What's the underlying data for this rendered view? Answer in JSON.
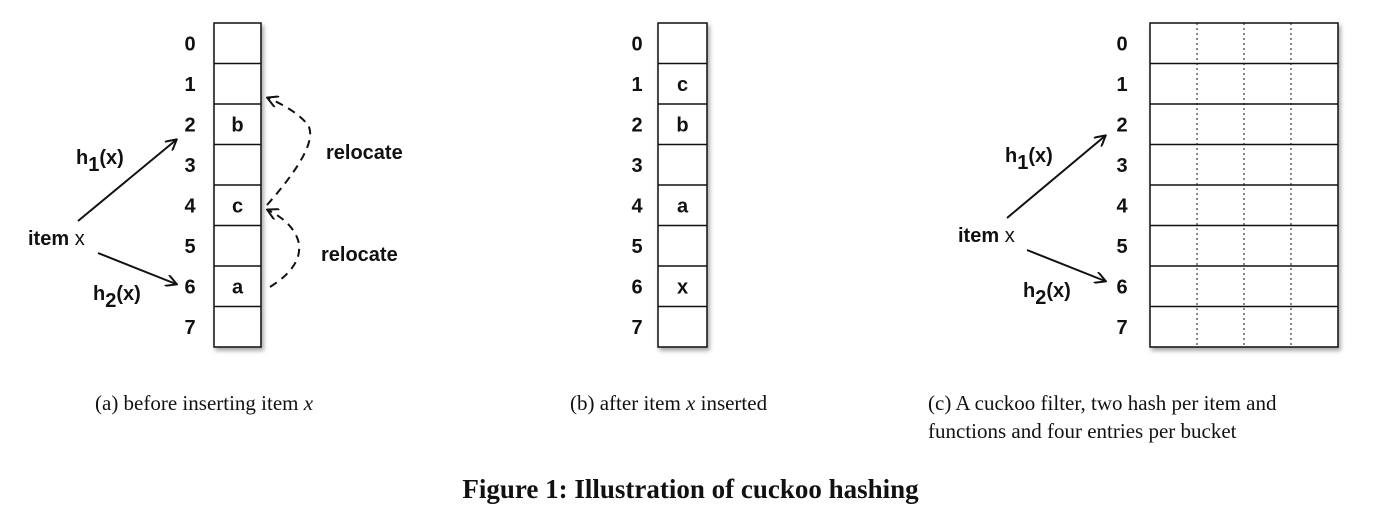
{
  "panel_a": {
    "indices": [
      "0",
      "1",
      "2",
      "3",
      "4",
      "5",
      "6",
      "7"
    ],
    "cells": [
      "",
      "",
      "b",
      "",
      "c",
      "",
      "a",
      ""
    ],
    "item_label": "item",
    "item_var": "x",
    "h1": "h",
    "h1_sub": "1",
    "h1_arg": "(x)",
    "h2": "h",
    "h2_sub": "2",
    "h2_arg": "(x)",
    "relocate_top": "relocate",
    "relocate_bottom": "relocate",
    "caption_prefix": "(a)  before inserting item ",
    "caption_var": "x"
  },
  "panel_b": {
    "indices": [
      "0",
      "1",
      "2",
      "3",
      "4",
      "5",
      "6",
      "7"
    ],
    "cells": [
      "",
      "c",
      "b",
      "",
      "a",
      "",
      "x",
      ""
    ],
    "caption_prefix": "(b)  after item ",
    "caption_var": "x",
    "caption_suffix": " inserted"
  },
  "panel_c": {
    "indices": [
      "0",
      "1",
      "2",
      "3",
      "4",
      "5",
      "6",
      "7"
    ],
    "entries_per_bucket": 4,
    "item_label": "item",
    "item_var": "x",
    "h1": "h",
    "h1_sub": "1",
    "h1_arg": "(x)",
    "h2": "h",
    "h2_sub": "2",
    "h2_arg": "(x)",
    "caption_line1": "(c)  A cuckoo filter, two hash per item and",
    "caption_line2": "functions and four entries per bucket"
  },
  "figure_caption": "Figure 1: Illustration of cuckoo hashing"
}
